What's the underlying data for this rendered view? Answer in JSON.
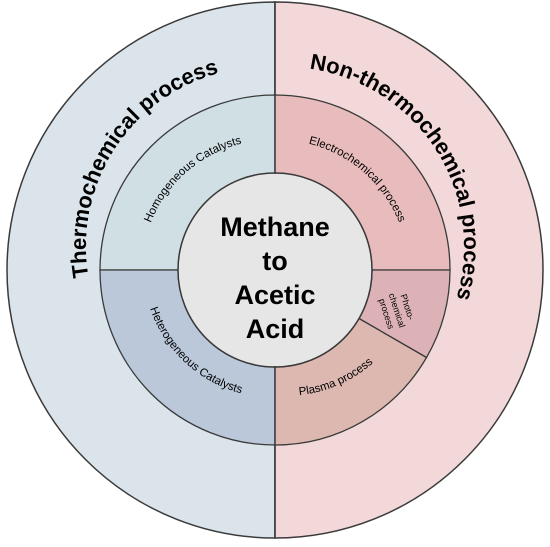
{
  "center": {
    "lines": [
      "Methane",
      "to",
      "Acetic",
      "Acid"
    ]
  },
  "outer": {
    "left_label": "Thermochemical process",
    "right_label": "Non-thermochemical process"
  },
  "middle": {
    "homogeneous": "Homogeneous Catalysts",
    "heterogeneous": "Heterogeneous Catalysts",
    "electrochemical": "Electrochemical process",
    "photochemical_lines": [
      "Photo-",
      "chemical",
      "process"
    ],
    "plasma": "Plasma process"
  },
  "colors": {
    "outer_left": "#dae4ea",
    "outer_right": "#f2d8d8",
    "homogeneous": "#d0dfe4",
    "heterogeneous": "#bac8da",
    "electrochemical": "#e8bcbc",
    "photochemical": "#ddb2b6",
    "plasma": "#dcb8b0",
    "center": "#e6e6e6"
  }
}
